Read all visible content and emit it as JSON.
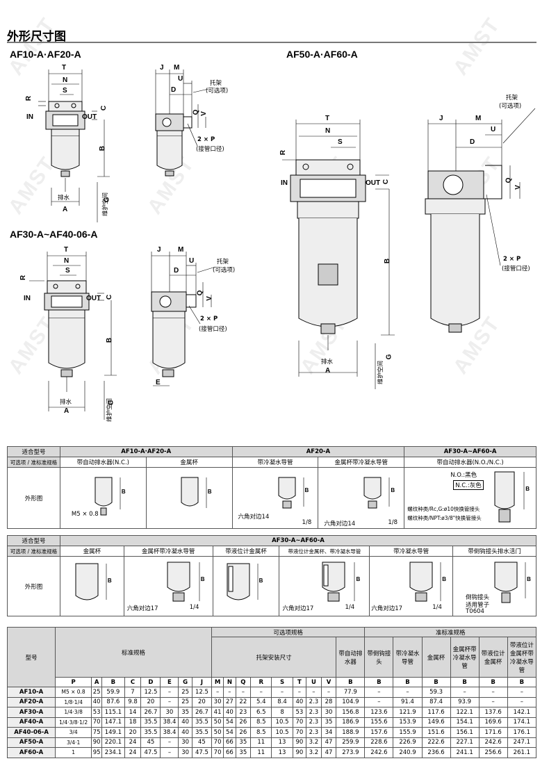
{
  "page": {
    "section_title": "外形尺寸图"
  },
  "models": {
    "af10_20": "AF10-A·AF20-A",
    "af30_40": "AF30-A~AF40-06-A",
    "af50_60": "AF50-A·AF60-A"
  },
  "dim_labels": {
    "T": "T",
    "N": "N",
    "S": "S",
    "R": "R",
    "IN": "IN",
    "OUT": "OUT",
    "C": "C",
    "B": "B",
    "A": "A",
    "G": "G",
    "J": "J",
    "M": "M",
    "D": "D",
    "U": "U",
    "Q": "Q",
    "V": "V",
    "E": "E",
    "drain": "排水",
    "maint": "维护空间",
    "bracket": "托架",
    "optional": "(可选项)",
    "port": "2 × P",
    "port_note": "(接管口径)"
  },
  "watermark": "AMST",
  "opt_table1": {
    "header_row": [
      "适合型号",
      "AF10-A·AF20-A",
      "AF20-A",
      "AF30-A~AF60-A"
    ],
    "sub_row": [
      "可选项 / 准标准规格",
      "带自动排水器(N.C.)",
      "金属杯",
      "带冷凝水导管",
      "金属杯带冷凝水导管",
      "带自动排水器(N.O./N.C.)"
    ],
    "row_label": "外形图",
    "annot": {
      "m5": "M5 × 0.8",
      "hex14": "六角对边14",
      "inch18": "1/8",
      "no": "N.O.:黑色",
      "nc": "N.C.:灰色",
      "thread1": "螺纹种类/Rc,G:ø10快换管接头",
      "thread2": "螺纹种类/NPT:ø3/8\"快换管接头",
      "B": "B"
    }
  },
  "opt_table2": {
    "header_row": [
      "适合型号",
      "AF30-A~AF60-A"
    ],
    "sub_row": [
      "可选项 / 准标准规格",
      "金属杯",
      "金属杯带冷凝水导管",
      "带液位计金属杯",
      "带液位计金属杯、带冷凝水导管",
      "带冷凝水导管",
      "带倒钩接头排水活门"
    ],
    "row_label": "外形图",
    "annot": {
      "hex17": "六角对边17",
      "inch14": "1/4",
      "barb1": "倒钩接头",
      "barb2": "适用管子",
      "barb3": "T0604",
      "B": "B"
    }
  },
  "dim_table": {
    "h_model": "型号",
    "h_std": "标准规格",
    "h_opt": "可选项规格",
    "h_quasi": "准标准规格",
    "h_bracket": "托架安装尺寸",
    "h_autodrain": "带自动排水器",
    "quasi_cols": [
      "带倒钩接头",
      "带冷凝水导管",
      "金属杯",
      "金属杯带冷凝水导管",
      "带液位计金属杯",
      "带液位计金属杯带冷凝水导管"
    ],
    "letters": [
      "P",
      "A",
      "B",
      "C",
      "D",
      "E",
      "G",
      "J",
      "M",
      "N",
      "Q",
      "R",
      "S",
      "T",
      "U",
      "V",
      "B",
      "B",
      "B",
      "B",
      "B",
      "B",
      "B"
    ],
    "rows": [
      [
        "AF10-A",
        "M5 × 0.8",
        "25",
        "59.9",
        "7",
        "12.5",
        "–",
        "25",
        "12.5",
        "–",
        "–",
        "–",
        "–",
        "–",
        "–",
        "–",
        "–",
        "77.9",
        "–",
        "–",
        "59.3",
        "–",
        "–",
        "–"
      ],
      [
        "AF20-A",
        "1/8·1/4",
        "40",
        "87.6",
        "9.8",
        "20",
        "–",
        "25",
        "20",
        "30",
        "27",
        "22",
        "5.4",
        "8.4",
        "40",
        "2.3",
        "28",
        "104.9",
        "–",
        "91.4",
        "87.4",
        "93.9",
        "–",
        "–"
      ],
      [
        "AF30-A",
        "1/4·3/8",
        "53",
        "115.1",
        "14",
        "26.7",
        "30",
        "35",
        "26.7",
        "41",
        "40",
        "23",
        "6.5",
        "8",
        "53",
        "2.3",
        "30",
        "156.8",
        "123.6",
        "121.9",
        "117.6",
        "122.1",
        "137.6",
        "142.1"
      ],
      [
        "AF40-A",
        "1/4·3/8·1/2",
        "70",
        "147.1",
        "18",
        "35.5",
        "38.4",
        "40",
        "35.5",
        "50",
        "54",
        "26",
        "8.5",
        "10.5",
        "70",
        "2.3",
        "35",
        "186.9",
        "155.6",
        "153.9",
        "149.6",
        "154.1",
        "169.6",
        "174.1"
      ],
      [
        "AF40-06-A",
        "3/4",
        "75",
        "149.1",
        "20",
        "35.5",
        "38.4",
        "40",
        "35.5",
        "50",
        "54",
        "26",
        "8.5",
        "10.5",
        "70",
        "2.3",
        "34",
        "188.9",
        "157.6",
        "155.9",
        "151.6",
        "156.1",
        "171.6",
        "176.1"
      ],
      [
        "AF50-A",
        "3/4·1",
        "90",
        "220.1",
        "24",
        "45",
        "–",
        "30",
        "45",
        "70",
        "66",
        "35",
        "11",
        "13",
        "90",
        "3.2",
        "47",
        "259.9",
        "228.6",
        "226.9",
        "222.6",
        "227.1",
        "242.6",
        "247.1"
      ],
      [
        "AF60-A",
        "1",
        "95",
        "234.1",
        "24",
        "47.5",
        "–",
        "30",
        "47.5",
        "70",
        "66",
        "35",
        "11",
        "13",
        "90",
        "3.2",
        "47",
        "273.9",
        "242.6",
        "240.9",
        "236.6",
        "241.1",
        "256.6",
        "261.1"
      ]
    ]
  }
}
